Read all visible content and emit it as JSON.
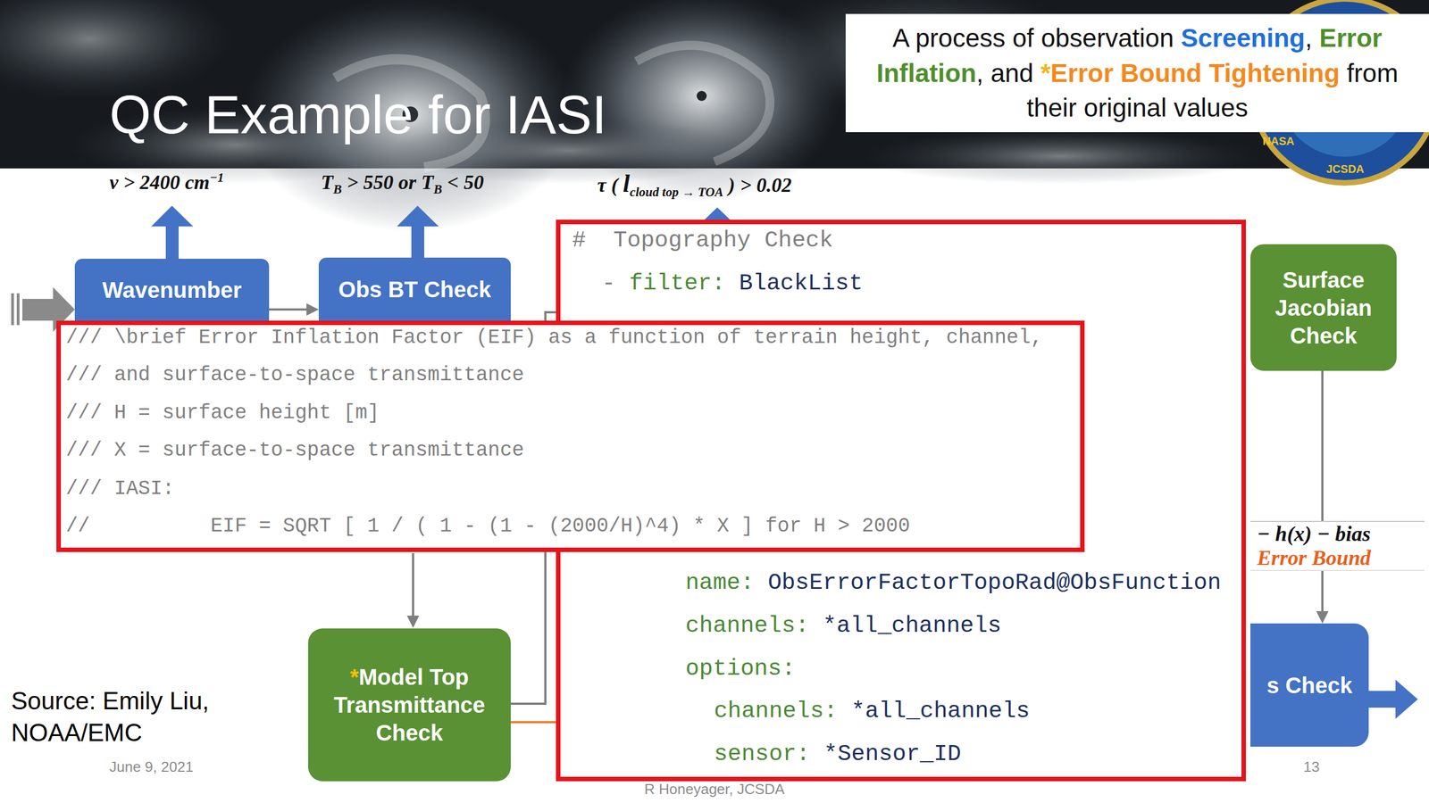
{
  "diagram": {
    "title": "QC Example for IASI",
    "nodes": [
      {
        "text": [
          "A process of observation",
          "Screening",
          ",",
          "Error Inflation",
          ", and",
          "*",
          "Error Bound Tightening",
          "from their original values"
        ]
      },
      {
        "text": [
          "Wavenumber"
        ]
      },
      {
        "text": [
          "Obs BT Check"
        ]
      },
      {
        "text": [
          "#  Topography Check",
          "-",
          "filter:",
          "BlackList",
          "name:",
          "ObsErrorFactorTopoRad@ObsFunction",
          "channels:",
          "*all_channels",
          "options:",
          "channels:",
          "*all_channels",
          "sensor:",
          "*Sensor_ID"
        ]
      },
      {
        "text": [
          "/// \\brief Error Inflation Factor (EIF) as a function of terrain height, channel,",
          "/// and surface-to-space transmittance",
          "/// H = surface height [m]",
          "/// X = surface-to-space transmittance",
          "/// IASI:",
          "//          EIF = SQRT [ 1 / ( 1 - (1 - (2000/H)^4) * X ] for H > 2000"
        ]
      },
      {
        "text": [
          "Surface Jacobian Check"
        ]
      },
      {
        "text": [
          "− h(x) − bias",
          "Error Bound"
        ]
      },
      {
        "text": [
          "*",
          "Model Top Transmittance Check"
        ]
      },
      {
        "text": [
          "s Check"
        ]
      }
    ],
    "edges": [
      {
        "from": 1,
        "to": 2,
        "arrow": "to"
      },
      {
        "from": 5,
        "to": 6,
        "arrow": "none"
      },
      {
        "from": 6,
        "to": 8,
        "arrow": "to"
      }
    ],
    "labels": [
      "ν > 2400 cm",
      "−1",
      "T",
      "B",
      "> 550 or T",
      "B",
      "< 50",
      "τ (",
      "l",
      "cloud top → TOA",
      ")",
      "> 0.02",
      "Source: Emily Liu, NOAA/EMC",
      "June 9, 2021",
      "R Honeyager, JCSDA",
      "13",
      "JCSDA",
      "NASA"
    ]
  }
}
